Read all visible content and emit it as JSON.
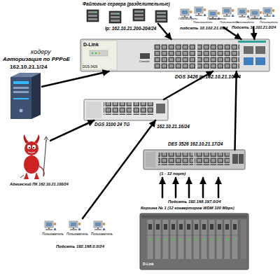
{
  "diagram": {
    "nodes": [
      {
        "text": [
          "Файловые сервера (разделительные)",
          "Ip: 162.10.21.200-204/24"
        ]
      },
      {
        "text": [
          "подсеть 10.102.21.0/24"
        ]
      },
      {
        "text": [
          "Подсеть 10.101.21.0/24"
        ]
      },
      {
        "text": [
          "кодеру",
          "Авторизация по PPPoE",
          "162.10.21.1/24"
        ]
      },
      {
        "text": [
          "D-Link",
          "DGS-3426",
          "Console",
          "DGS 3426 ip:162.10.21.10/24"
        ]
      },
      {
        "text": [
          "DGS 3100 24 TG",
          "162.10.21.16/24"
        ]
      },
      {
        "text": [
          "Админский ПК 162.10.21.100/24"
        ]
      },
      {
        "text": [
          "DES 3526 162.10.21.17/24",
          "(1 - 12 порт)"
        ]
      },
      {
        "text": [
          "Подсеть 192.168.197.0/24",
          "Корзина № 1 (12 конверторов WDM 100 Mbps)",
          "D-Link"
        ]
      },
      {
        "text": [
          "Подсеть 192.168.0.0/24"
        ]
      }
    ],
    "edges": [
      {
        "from": 0,
        "to": 4,
        "arrow": "to"
      },
      {
        "from": 1,
        "to": 4,
        "arrow": "to"
      },
      {
        "from": 2,
        "to": 4,
        "arrow": "to"
      },
      {
        "from": 3,
        "to": 4,
        "arrow": "to"
      },
      {
        "from": 5,
        "to": 4,
        "arrow": "to"
      },
      {
        "from": 7,
        "to": 4,
        "arrow": "to"
      },
      {
        "from": 6,
        "to": 5,
        "arrow": "to"
      },
      {
        "from": 9,
        "to": 5,
        "arrow": "to"
      },
      {
        "from": 8,
        "to": 7,
        "arrow": "to"
      },
      {
        "from": 8,
        "to": 7,
        "arrow": "to"
      },
      {
        "from": 8,
        "to": 7,
        "arrow": "to"
      },
      {
        "from": 8,
        "to": 7,
        "arrow": "to"
      },
      {
        "from": 8,
        "to": 7,
        "arrow": "to"
      }
    ],
    "labels": [
      "Пользователь",
      "Пользователь",
      "Пользователь",
      "Пользователь",
      "Пользователь",
      "Пользователь",
      "Пользователь",
      "Пользователь",
      "Пользователь",
      "Пользователь"
    ]
  }
}
